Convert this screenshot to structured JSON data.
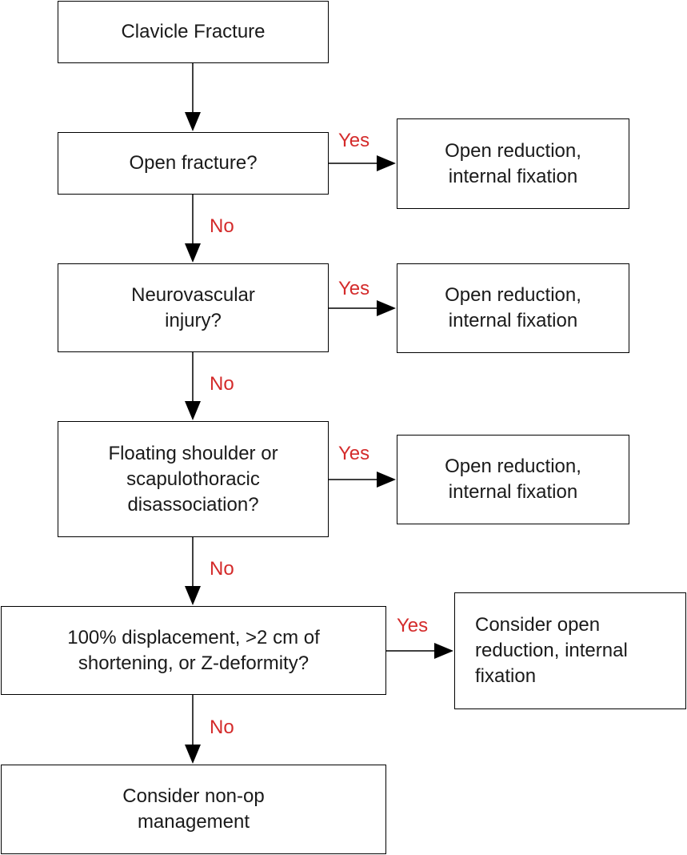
{
  "label_color": "#d42b2b",
  "nodes": {
    "start": [
      "Clavicle Fracture"
    ],
    "q1": [
      "Open fracture?"
    ],
    "a1": [
      "Open reduction,",
      "internal fixation"
    ],
    "q2": [
      "Neurovascular",
      "injury?"
    ],
    "a2": [
      "Open reduction,",
      "internal fixation"
    ],
    "q3": [
      "Floating shoulder or",
      "scapulothoracic",
      "disassociation?"
    ],
    "a3": [
      "Open reduction,",
      "internal fixation"
    ],
    "q4": [
      "100% displacement, >2 cm of",
      "shortening, or Z-deformity?"
    ],
    "a4": [
      "Consider open",
      "reduction, internal",
      "fixation"
    ],
    "end": [
      "Consider non-op",
      "management"
    ]
  },
  "edge_labels": {
    "yes": "Yes",
    "no": "No"
  }
}
